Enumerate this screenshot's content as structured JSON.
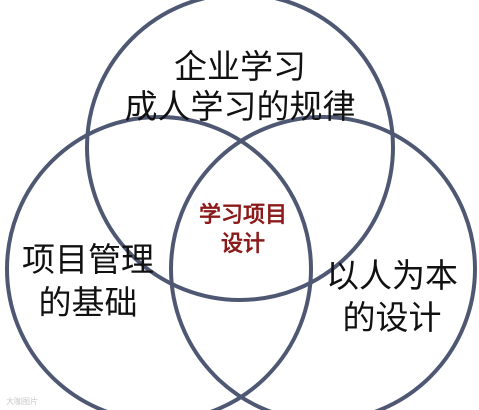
{
  "circles": {
    "top": {
      "line1": "企业学习",
      "line2": "成人学习的规律"
    },
    "left": {
      "line1": "项目管理",
      "line2": "的基础"
    },
    "right": {
      "line1": "以人为本",
      "line2": "的设计"
    }
  },
  "center": {
    "line1": "学习项目",
    "line2": "设计"
  },
  "colors": {
    "circle_stroke": "#4f5873",
    "label_text": "#111111",
    "center_text": "#8b1a1a"
  },
  "watermark": {
    "text": "大咖图片"
  }
}
